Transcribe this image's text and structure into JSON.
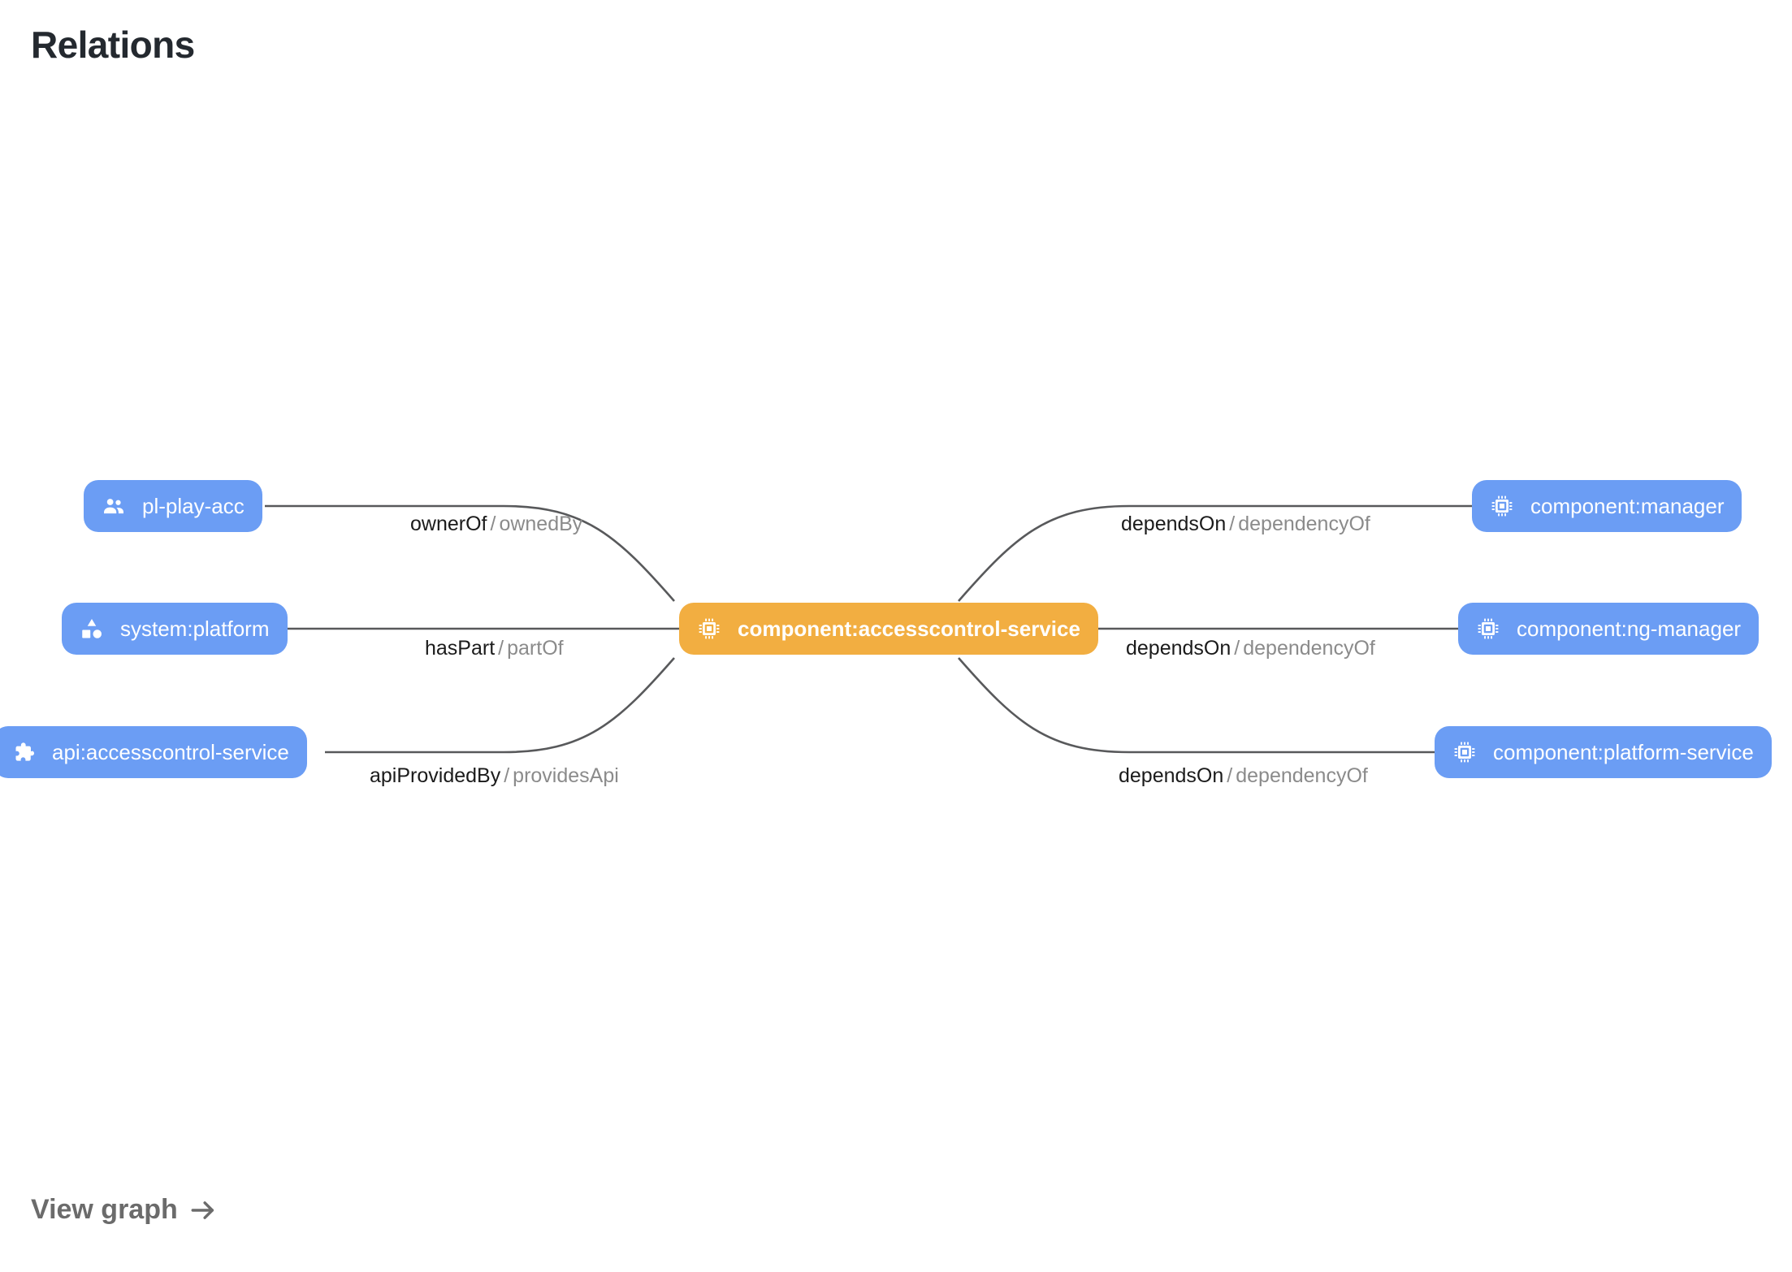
{
  "header": {
    "title": "Relations"
  },
  "footer": {
    "view_graph_label": "View graph",
    "arrow_icon": "arrow-right-icon"
  },
  "colors": {
    "node_blue": "#6b9df4",
    "node_orange": "#f2ae41",
    "node_text": "#ffffff",
    "edge_stroke": "#58595b",
    "label_primary": "#1b1b1b",
    "label_secondary": "#8b8b8b",
    "title_text": "#24292f",
    "footer_text": "#6b6b6b",
    "background": "#ffffff"
  },
  "graph": {
    "center_node": {
      "id": "component:accesscontrol-service",
      "label": "component:accesscontrol-service",
      "icon": "chip-icon",
      "kind": "component",
      "highlighted": true
    },
    "nodes": [
      {
        "id": "pl-play-acc",
        "label": "pl-play-acc",
        "icon": "group-icon",
        "kind": "group",
        "side": "left",
        "row": 1
      },
      {
        "id": "system:platform",
        "label": "system:platform",
        "icon": "category-icon",
        "kind": "system",
        "side": "left",
        "row": 2
      },
      {
        "id": "api:accesscontrol-service",
        "label": "api:accesscontrol-service",
        "icon": "puzzle-icon",
        "kind": "api",
        "side": "left",
        "row": 3
      },
      {
        "id": "component:manager",
        "label": "component:manager",
        "icon": "chip-icon",
        "kind": "component",
        "side": "right",
        "row": 1
      },
      {
        "id": "component:ng-manager",
        "label": "component:ng-manager",
        "icon": "chip-icon",
        "kind": "component",
        "side": "right",
        "row": 2
      },
      {
        "id": "component:platform-service",
        "label": "component:platform-service",
        "icon": "chip-icon",
        "kind": "component",
        "side": "right",
        "row": 3
      }
    ],
    "edges": [
      {
        "source": "pl-play-acc",
        "target": "component:accesscontrol-service",
        "forward": "ownerOf",
        "separator": "/",
        "reverse": "ownedBy"
      },
      {
        "source": "system:platform",
        "target": "component:accesscontrol-service",
        "forward": "hasPart",
        "separator": "/",
        "reverse": "partOf"
      },
      {
        "source": "api:accesscontrol-service",
        "target": "component:accesscontrol-service",
        "forward": "apiProvidedBy",
        "separator": "/",
        "reverse": "providesApi"
      },
      {
        "source": "component:accesscontrol-service",
        "target": "component:manager",
        "forward": "dependsOn",
        "separator": "/",
        "reverse": "dependencyOf"
      },
      {
        "source": "component:accesscontrol-service",
        "target": "component:ng-manager",
        "forward": "dependsOn",
        "separator": "/",
        "reverse": "dependencyOf"
      },
      {
        "source": "component:accesscontrol-service",
        "target": "component:platform-service",
        "forward": "dependsOn",
        "separator": "/",
        "reverse": "dependencyOf"
      }
    ]
  }
}
